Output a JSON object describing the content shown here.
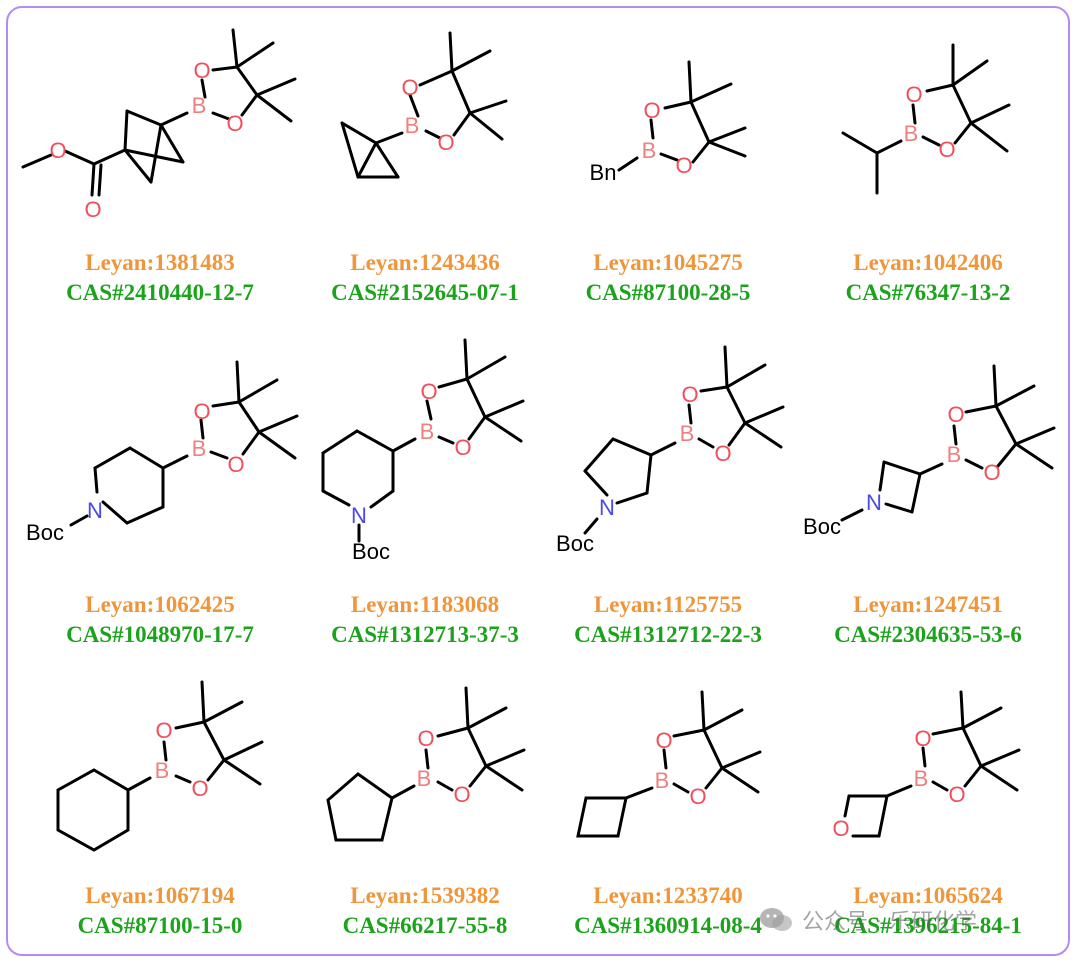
{
  "compounds": [
    {
      "leyan": "Leyan:1381483",
      "cas": "CAS#2410440-12-7"
    },
    {
      "leyan": "Leyan:1243436",
      "cas": "CAS#2152645-07-1"
    },
    {
      "leyan": "Leyan:1045275",
      "cas": "CAS#87100-28-5"
    },
    {
      "leyan": "Leyan:1042406",
      "cas": "CAS#76347-13-2"
    },
    {
      "leyan": "Leyan:1062425",
      "cas": "CAS#1048970-17-7"
    },
    {
      "leyan": "Leyan:1183068",
      "cas": "CAS#1312713-37-3"
    },
    {
      "leyan": "Leyan:1125755",
      "cas": "CAS#1312712-22-3"
    },
    {
      "leyan": "Leyan:1247451",
      "cas": "CAS#2304635-53-6"
    },
    {
      "leyan": "Leyan:1067194",
      "cas": "CAS#87100-15-0"
    },
    {
      "leyan": "Leyan:1539382",
      "cas": "CAS#66217-55-8"
    },
    {
      "leyan": "Leyan:1233740",
      "cas": "CAS#1360914-08-4"
    },
    {
      "leyan": "Leyan:1065624",
      "cas": "CAS#1396215-84-1"
    }
  ],
  "atoms": {
    "boron": "B",
    "oxygen": "O",
    "nitrogen": "N",
    "boc": "Boc",
    "benzyl": "Bn"
  },
  "watermark": {
    "text": "公众号 · 乐研化学",
    "icon": "wechat-icon"
  },
  "colors": {
    "frame": "#b48cf0",
    "leyan": "#f0953a",
    "cas": "#1ba31b",
    "boron": "#f08080",
    "oxygen": "#f0505a",
    "nitrogen": "#4a4ae6",
    "bond": "#000000"
  }
}
